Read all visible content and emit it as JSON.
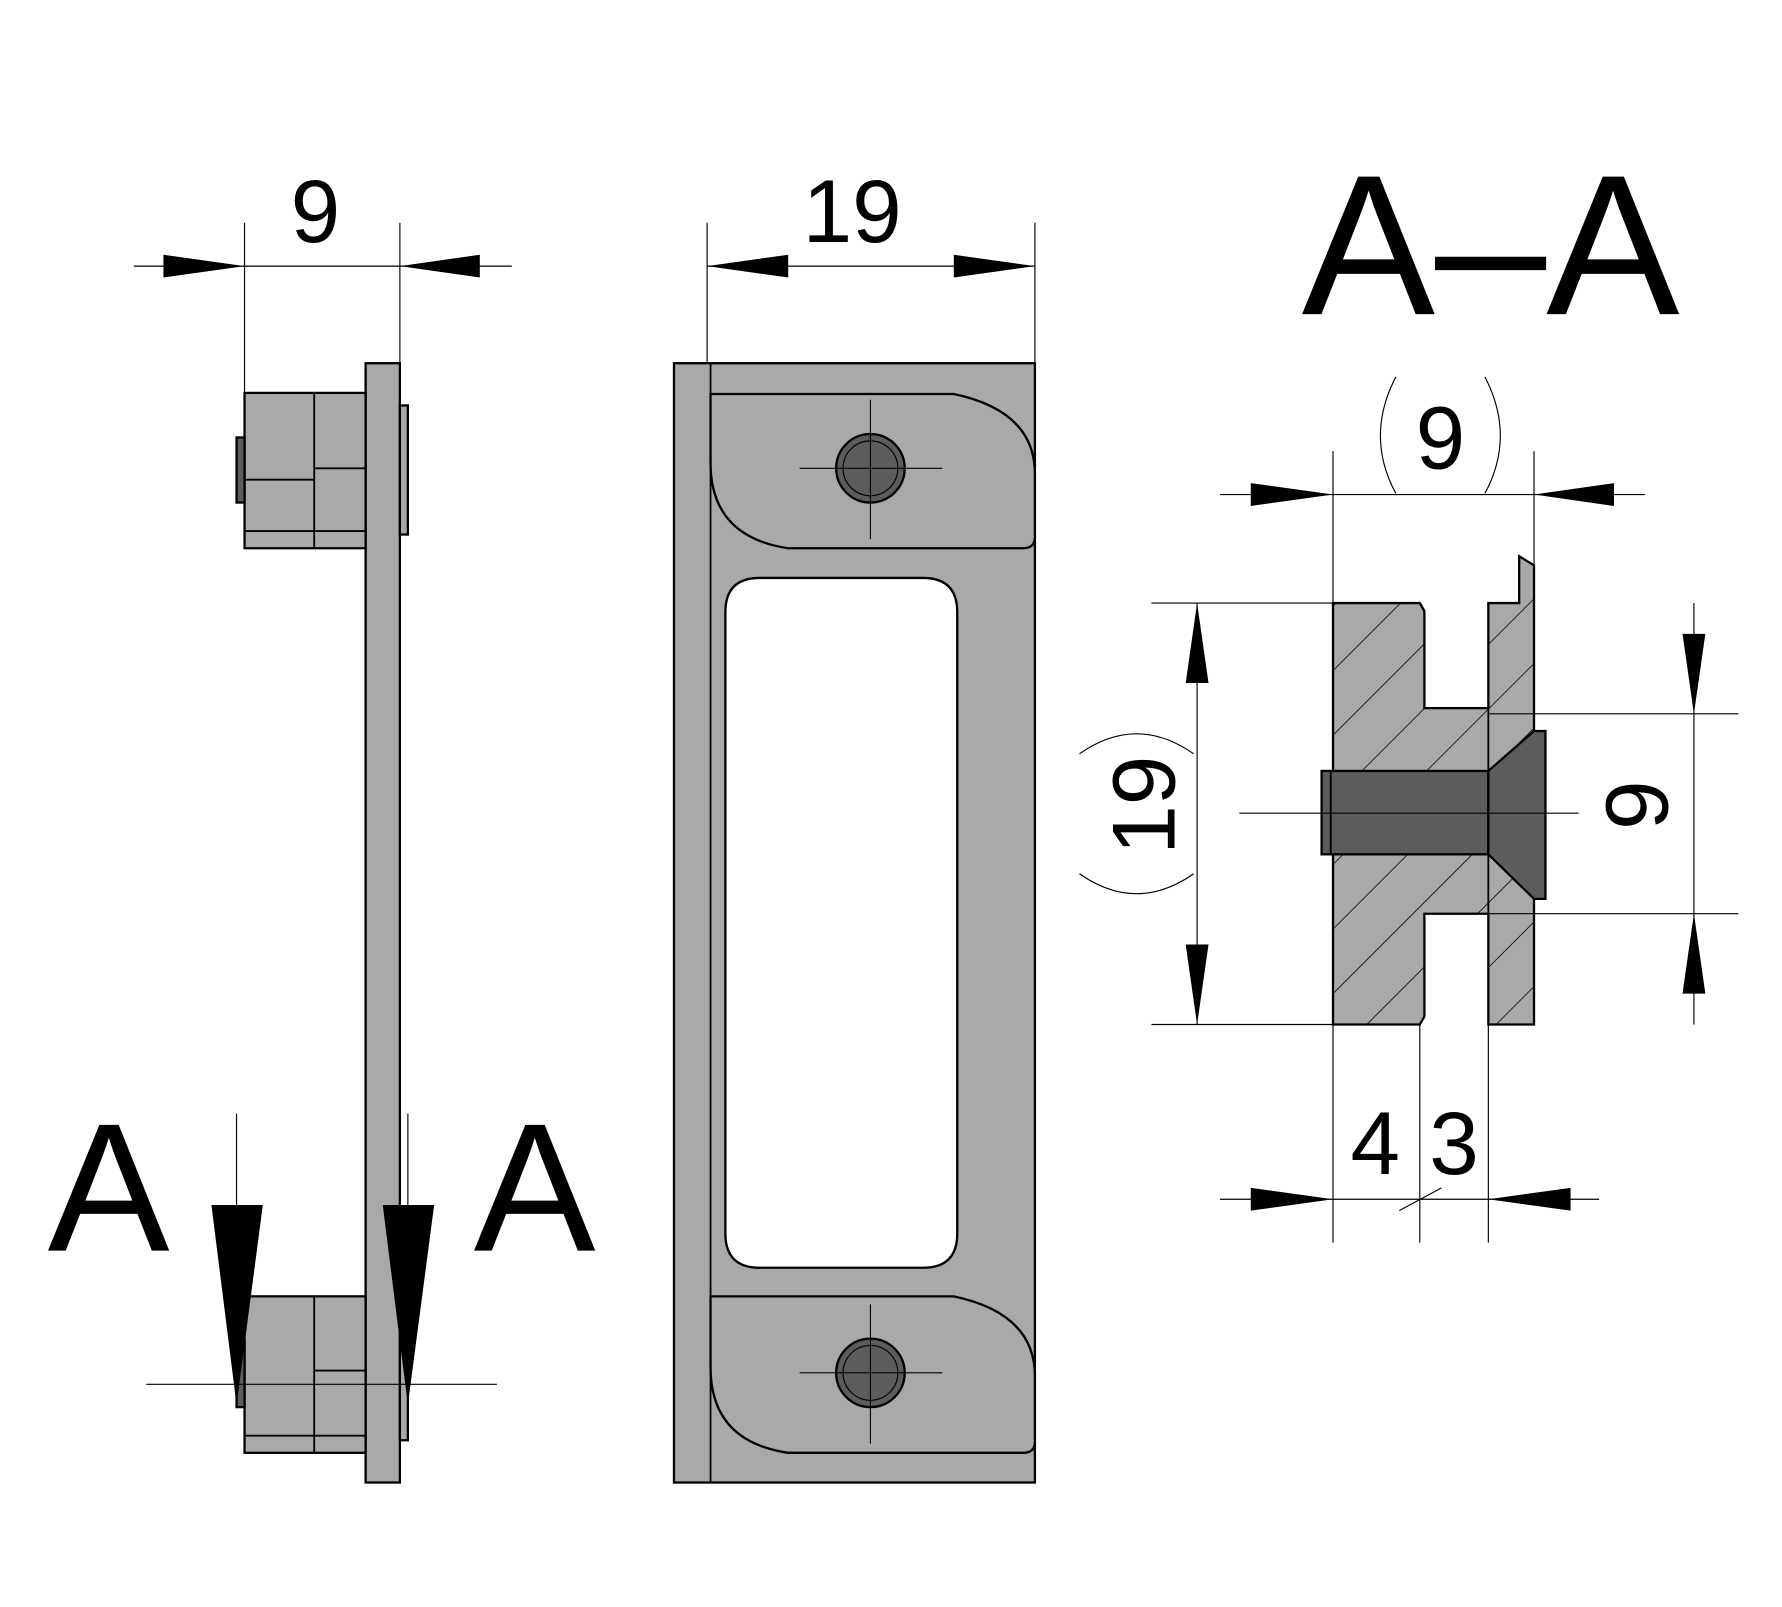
{
  "side_view": {
    "width_dim": "9",
    "section_mark_left": "A",
    "section_mark_right": "A"
  },
  "front_view": {
    "width_dim": "19"
  },
  "section_view": {
    "title": "A–A",
    "ref_width_dim": "9",
    "ref_height_dim": "19",
    "screw_height_dim": "9",
    "depth_dim_1": "4",
    "depth_dim_2": "3"
  },
  "colors": {
    "part": "#a9a9a9",
    "screw": "#5c5c5c"
  }
}
